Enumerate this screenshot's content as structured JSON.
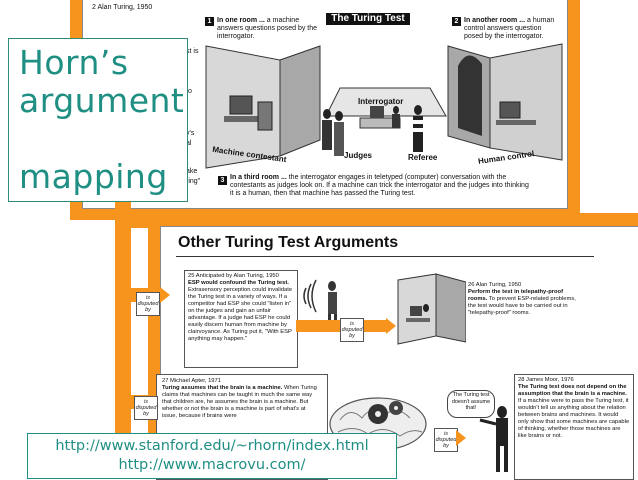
{
  "slide": {
    "title_lines": [
      "Horn’s",
      "argument",
      "",
      "mapping"
    ],
    "urls": [
      "http://www.stanford.edu/~rhorn/index.html",
      "http://www.macrovu.com/"
    ]
  },
  "turing_panel": {
    "heading": "The Turing Test",
    "box1_num": "1",
    "box1_bold": "In one room ...",
    "box1_text": "a machine answers questions posed by the interrogator.",
    "box2_num": "2",
    "box2_bold": "In another room ...",
    "box2_text": "a human control answers question posed by the interrogator.",
    "box3_num": "3",
    "box3_bold": "In a third room ...",
    "box3_text": "the interrogator engages in teletyped (computer) conversation with the contestants as judges look on. If a machine can trick the interrogator and the judges into thinking it is a human, then that machine has passed the Turing test.",
    "label_machine": "Machine contestant",
    "label_judges": "Judges",
    "label_interrogator": "Interrogator",
    "label_referee": "Referee",
    "label_human": "Human control",
    "left_snippets": [
      "2 Alan Turing, 1950",
      "st is",
      "to",
      "y's",
      "al",
      "ake",
      "ring\""
    ]
  },
  "args_panel": {
    "heading": "Other Turing Test Arguments",
    "box25_meta": "25 Anticipated by Alan Turing, 1950",
    "box25_bold": "ESP would confound the Turing test.",
    "box25_text": "Extrasensory perception could invalidate the Turing test in a variety of ways. If a competitor had ESP she could \"listen in\" on the judges and gain an unfair advantage. If a judge had ESP he could easily discern human from machine by clairvoyance. As Turing put it, \"With ESP anything may happen.\"",
    "box26_meta": "26 Alan Turing, 1950",
    "box26_bold": "Perform the test in telepathy-proof rooms.",
    "box26_text": "To prevent ESP-related problems, the test would have to be carried out in \"telepathy-proof\" rooms.",
    "box27_meta": "27 Michael Apter, 1971",
    "box27_bold": "Turing assumes that the brain is a machine.",
    "box27_text": "When Turing claims that machines can be taught in much the same way that children are, he assumes the brain is a machine. But whether or not the brain is a machine is part of what's at issue, because if brains were",
    "box28_meta": "28 James Moor, 1976",
    "box28_bold": "The Turing test does not depend on the assumption that the brain is a machine.",
    "box28_text": "If a machine were to pass the Turing test, it wouldn't tell us anything about the relation between brains and machines. It would only show that some machines are capable of thinking, whether those machines are like brains or not.",
    "speech_bubble": "The Turing test doesn't assume that!",
    "disputed_label": "is disputed by"
  },
  "colors": {
    "accent": "#f7941d",
    "title_teal": "#1f8f83"
  }
}
